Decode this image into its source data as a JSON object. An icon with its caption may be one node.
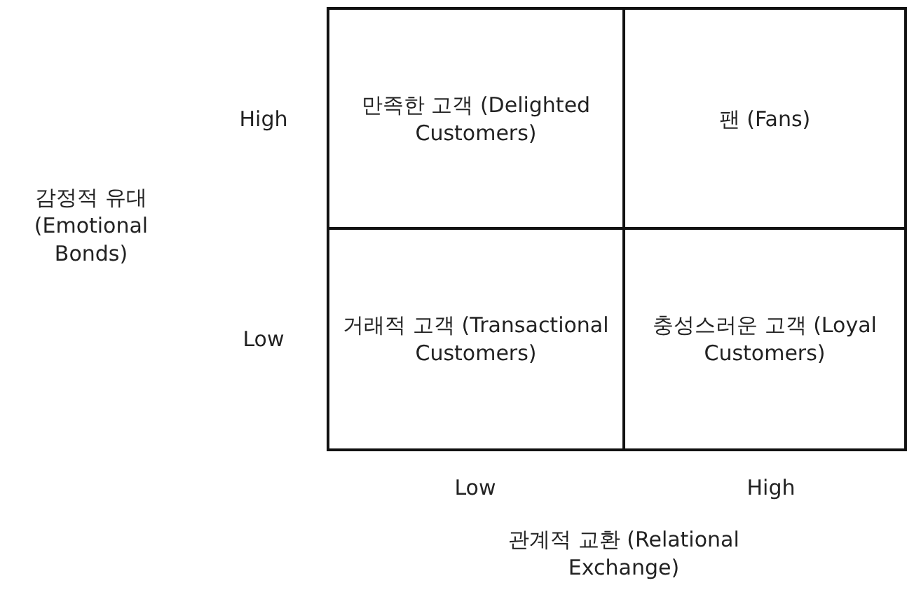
{
  "diagram": {
    "nodes": [
      {
        "text": [
          "만족한 고객 (Delighted Customers)"
        ]
      },
      {
        "text": [
          "팬 (Fans)"
        ]
      },
      {
        "text": [
          "거래적 고객 (Transactional Customers)"
        ]
      },
      {
        "text": [
          "충성스러운 고객 (Loyal Customers)"
        ]
      }
    ],
    "labels": [
      "High",
      "감정적 유대 (Emotional Bonds)",
      "Low",
      "Low",
      "High",
      "관계적 교환 (Relational Exchange)"
    ]
  }
}
